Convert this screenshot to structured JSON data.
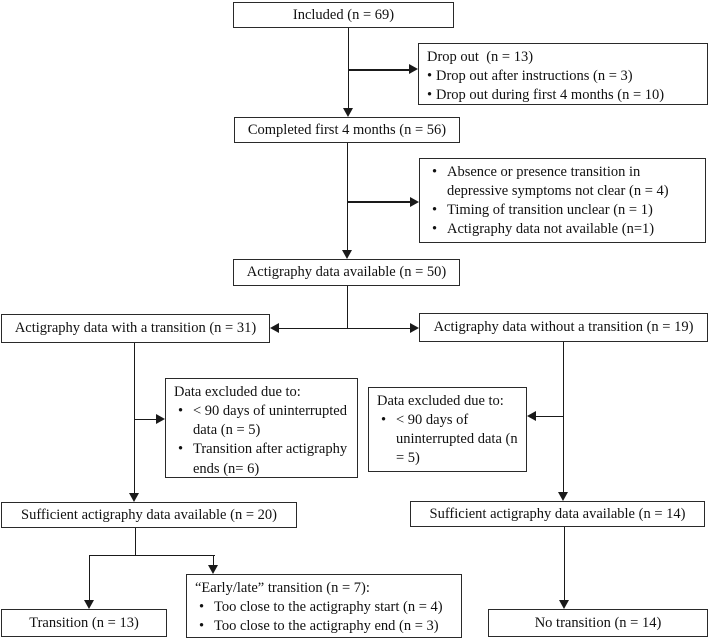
{
  "figure": {
    "background_color": "#ffffff",
    "line_color": "#1a1a1a",
    "type": "participant-flow-diagram"
  },
  "nodes": {
    "included": {
      "label": "Included (n = 69)"
    },
    "dropout": {
      "title": "Drop out  (n = 13)",
      "bullets": [
        "Drop out after instructions (n = 3)",
        "Drop out during first 4 months (n = 10)"
      ]
    },
    "completed": {
      "label": "Completed first 4 months (n = 56)"
    },
    "exclusions1": {
      "bullets": [
        "Absence or presence transition in depressive symptoms not clear (n = 4)",
        "Timing of transition unclear (n = 1)",
        "Actigraphy data not available (n=1)"
      ]
    },
    "actigraphy_available": {
      "label": "Actigraphy data available (n = 50)"
    },
    "with_transition": {
      "label": "Actigraphy data with a transition (n = 31)"
    },
    "without_transition": {
      "label": "Actigraphy data without a transition (n = 19)"
    },
    "excluded_left": {
      "title": "Data excluded due to:",
      "bullets": [
        "< 90 days of uninterrupted data (n = 5)",
        "Transition after actigraphy ends (n= 6)"
      ]
    },
    "excluded_right": {
      "title": "Data excluded due to:",
      "bullets": [
        "< 90 days of uninterrupted data (n = 5)"
      ]
    },
    "sufficient_left": {
      "label": "Sufficient actigraphy data available (n = 20)"
    },
    "sufficient_right": {
      "label": "Sufficient actigraphy data available (n = 14)"
    },
    "transition": {
      "label": "Transition (n = 13)"
    },
    "early_late": {
      "title": "“Early/late” transition (n = 7):",
      "bullets": [
        "Too close to the actigraphy start (n = 4)",
        "Too close to the actigraphy end (n = 3)"
      ]
    },
    "no_transition": {
      "label": "No transition (n = 14)"
    }
  }
}
